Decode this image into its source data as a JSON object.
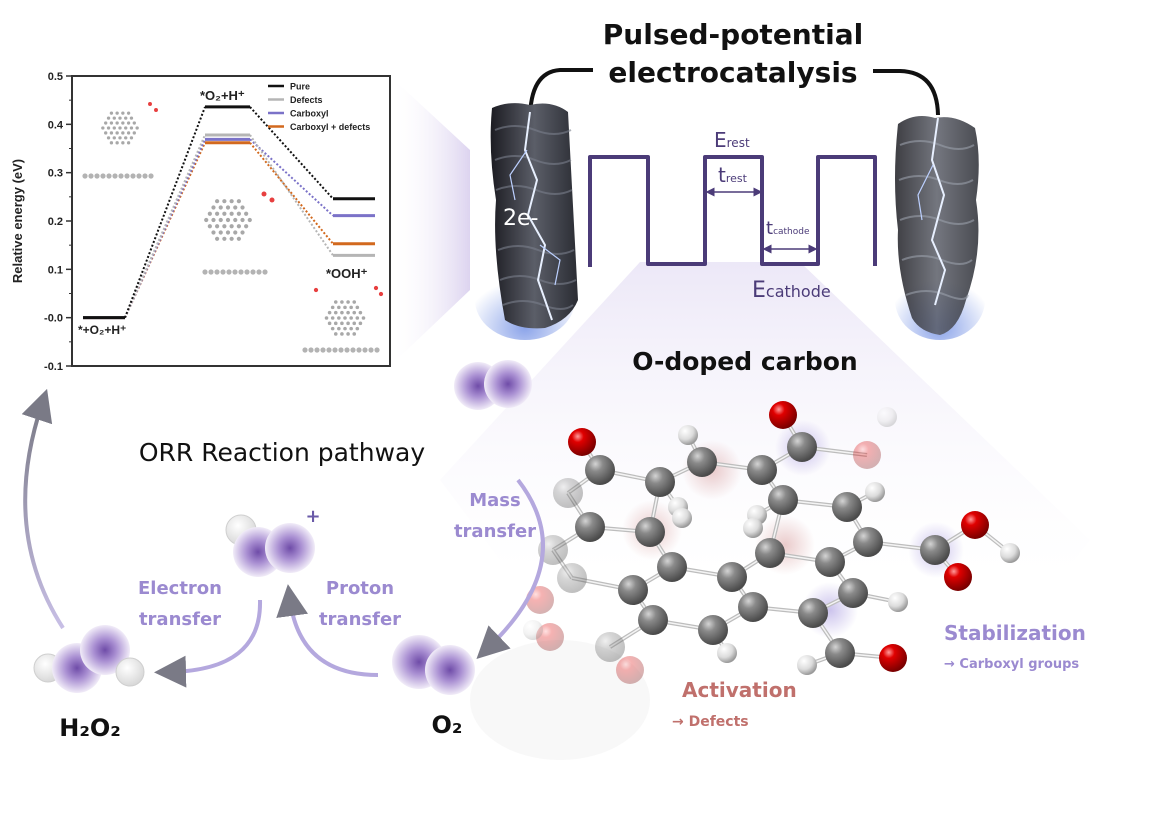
{
  "header": {
    "title_line1": "Pulsed-potential",
    "title_line2": "electrocatalysis"
  },
  "electrode": {
    "left_label": "2e-"
  },
  "waveform": {
    "E_rest_main": "E",
    "E_rest_sub": "rest",
    "t_rest_main": "t",
    "t_rest_sub": "rest",
    "t_cathode_main": "t",
    "t_cathode_sub": "cathode",
    "E_cathode_main": "E",
    "E_cathode_sub": "cathode",
    "color": "#4b3b78"
  },
  "pathway": {
    "title": "ORR Reaction pathway",
    "mass_transfer": [
      "Mass",
      "transfer"
    ],
    "electron_transfer": [
      "Electron",
      "transfer"
    ],
    "proton_transfer": [
      "Proton",
      "transfer"
    ],
    "charge": "+",
    "h2o2": "H₂O₂",
    "o2": "O₂"
  },
  "catalyst": {
    "title": "O-doped carbon",
    "activation_title": "Activation",
    "activation_sub": "→ Defects",
    "stabilization_title": "Stabilization",
    "stabilization_sub": "→ Carboxyl groups",
    "activation_color": "#c0706c",
    "stabilization_color": "#9b8ad0"
  },
  "chart_data": {
    "type": "line",
    "title": "",
    "xlabel": "",
    "ylabel": "Relative energy (eV)",
    "ylim": [
      -0.1,
      0.5
    ],
    "yticks": [
      "0.5",
      "0.4",
      "0.3",
      "0.2",
      "0.1",
      "-0.0",
      "-0.1"
    ],
    "ytick_values": [
      0.5,
      0.4,
      0.3,
      0.2,
      0.1,
      0.0,
      -0.1
    ],
    "states": [
      "*+O₂+H⁺",
      "*O₂+H⁺",
      "*OOH⁺"
    ],
    "legend_position": "top-right",
    "series": [
      {
        "name": "Pure",
        "color": "#111111",
        "values": [
          0.0,
          0.436,
          0.246
        ]
      },
      {
        "name": "Defects",
        "color": "#b5b5b5",
        "values": [
          0.0,
          0.378,
          0.129
        ]
      },
      {
        "name": "Carboxyl",
        "color": "#7b72c8",
        "values": [
          0.0,
          0.369,
          0.211
        ]
      },
      {
        "name": "Carboxyl + defects",
        "color": "#d2691e",
        "values": [
          0.0,
          0.362,
          0.153
        ]
      }
    ]
  }
}
